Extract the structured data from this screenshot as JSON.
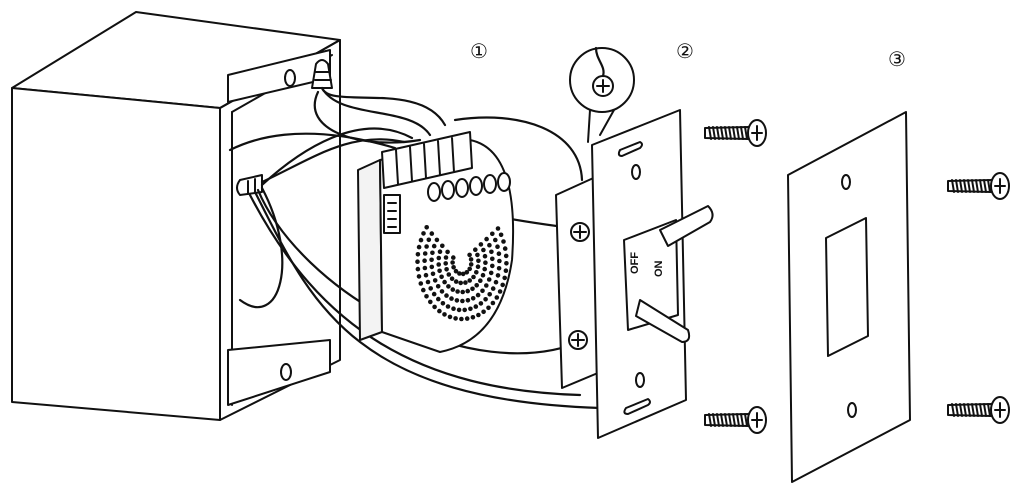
{
  "steps": [
    {
      "id": "1",
      "label": "①"
    },
    {
      "id": "2",
      "label": "②"
    },
    {
      "id": "3",
      "label": "③"
    }
  ],
  "switch_labels": {
    "off": "OFF",
    "on": "ON"
  },
  "icons": [
    "junction-box",
    "relay-module",
    "light-switch",
    "wall-plate",
    "screw",
    "terminal-screw",
    "wire-nut"
  ]
}
